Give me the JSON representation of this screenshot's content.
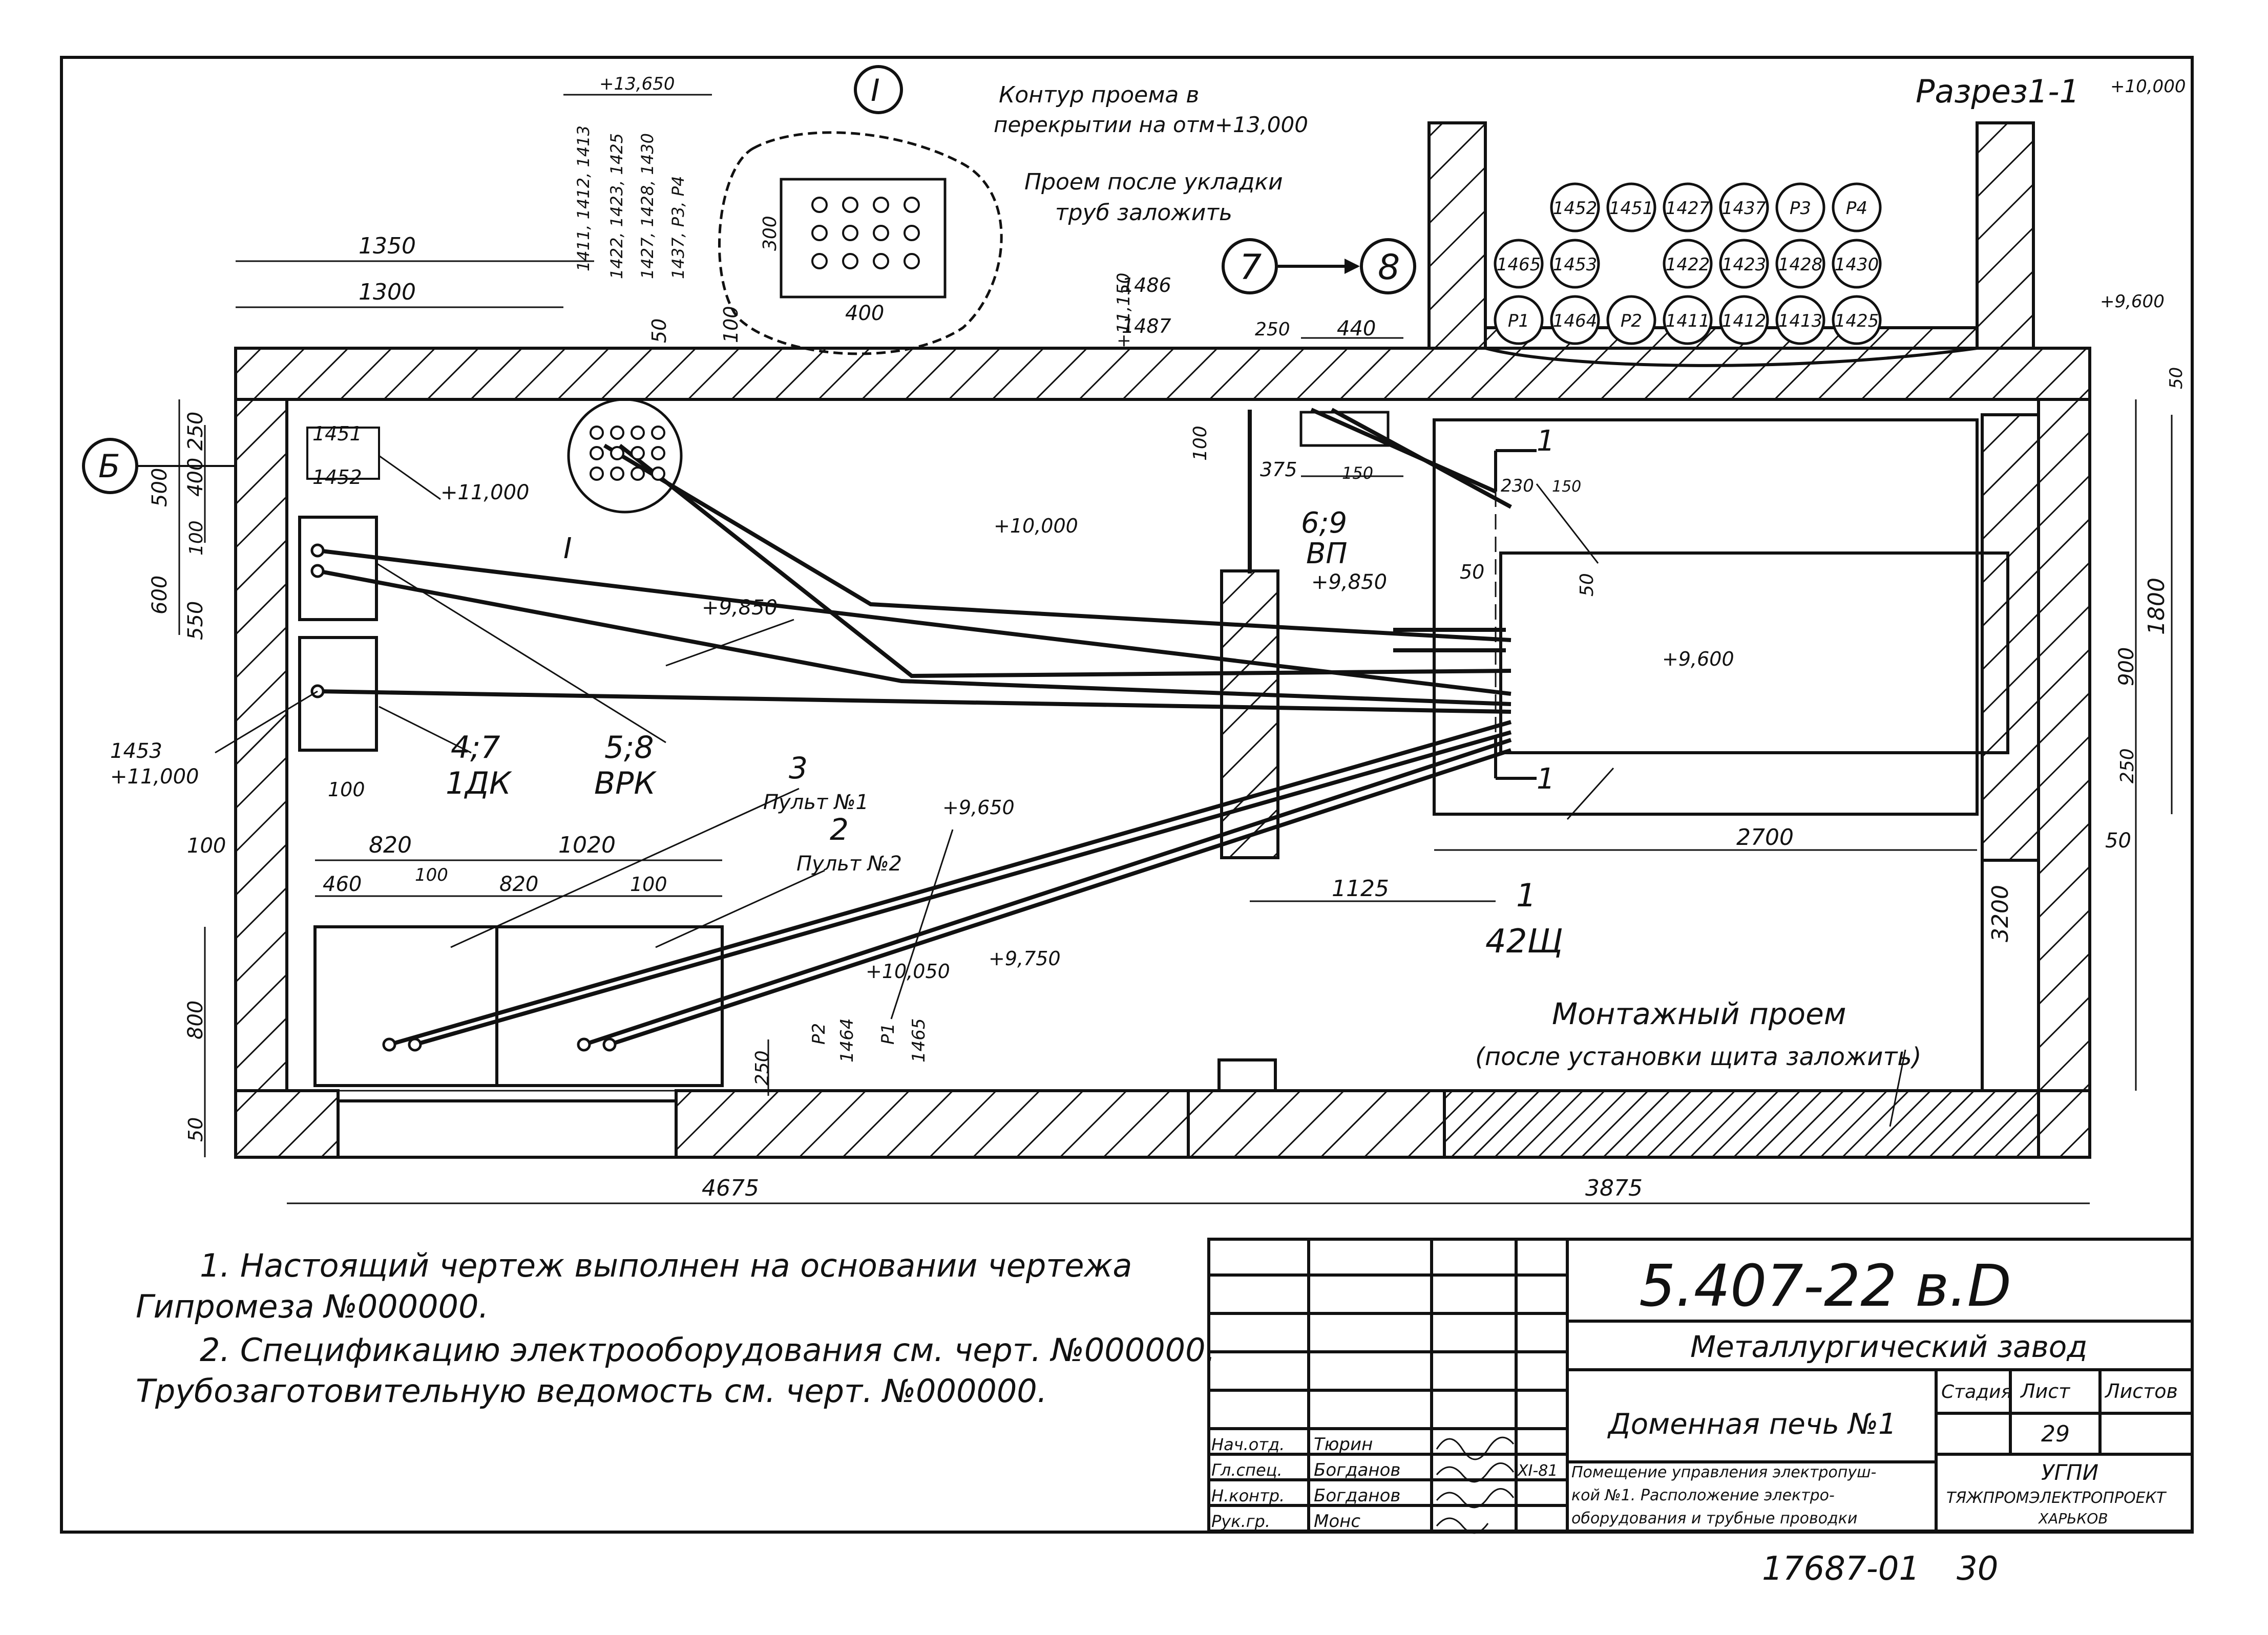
{
  "drawing": {
    "section_title": "Разрез1-1",
    "callout_detail": "I",
    "callout_7": "7",
    "callout_8": "8",
    "axis_b": "Б",
    "detail_note_1a": "Контур проема в",
    "detail_note_1b": "перекрытии на отм+13,000",
    "detail_note_2a": "Проем после укладки",
    "detail_note_2b": "труб заложить",
    "elev_13650": "+13,650",
    "elev_11150": "+11,150",
    "elev_11000_a": "+11,000",
    "elev_11000_b": "+11,000",
    "elev_10000_room": "+10,000",
    "elev_9850_a": "+9,850",
    "elev_9850_b": "+9,850",
    "elev_9650": "+9,650",
    "elev_9750": "+9,750",
    "elev_10050": "+10,050",
    "elev_9600_room": "+9,600",
    "elev_10000_sec": "+10,000",
    "elev_9600_sec": "+9,600",
    "dim_1350": "1350",
    "dim_1300": "1300",
    "dim_250": "250",
    "dim_400": "400",
    "dim_500": "500",
    "dim_100": "100",
    "dim_600": "600",
    "dim_550": "550",
    "dim_50": "50",
    "dim_440": "440",
    "dim_375": "375",
    "dim_150": "150",
    "dim_230": "230",
    "dim_1800": "1800",
    "dim_900": "900",
    "dim_2700": "2700",
    "dim_1125": "1125",
    "dim_3200": "3200",
    "dim_820": "820",
    "dim_1020": "1020",
    "dim_460": "460",
    "dim_800": "800",
    "dim_4675": "4675",
    "dim_3875": "3875",
    "dim_300": "300",
    "pipe_labels_v": [
      "1411, 1412, 1413",
      "1422, 1423, 1425",
      "1427, 1428, 1430",
      "1437, P3, P4"
    ],
    "pipe_1451": "1451",
    "pipe_1452": "1452",
    "pipe_1453": "1453",
    "pipe_1486": "1486",
    "pipe_1487": "1487",
    "pipe_labels_bottom": [
      "P2",
      "1464",
      "P1",
      "1465"
    ],
    "eq_4_7": "4;7",
    "eq_1dk": "1ДК",
    "eq_5_8": "5;8",
    "eq_vrk": "ВРК",
    "eq_6_9": "6;9",
    "eq_vp": "ВП",
    "eq_1": "1",
    "eq_42sch": "42Щ",
    "eq_3": "3",
    "eq_2": "2",
    "pult_1": "Пульт №1",
    "pult_2": "Пульт №2",
    "section_mark": "1",
    "opening_label": "Монтажный проем",
    "opening_note": "(после установки щита заложить)",
    "sec_row1": [
      "1452",
      "1451",
      "1427",
      "1437",
      "P3",
      "P4"
    ],
    "sec_row2": [
      "1465",
      "1453",
      "1422",
      "1423",
      "1428",
      "1430"
    ],
    "sec_row3": [
      "P1",
      "1464",
      "P2",
      "1411",
      "1412",
      "1413",
      "1425"
    ]
  },
  "notes": {
    "line1": "1. Настоящий чертеж выполнен на основании чертежа",
    "line2": "Гипромеза №000000.",
    "line3": "2. Спецификацию электрооборудования см. черт. №000000.",
    "line4": "Трубозаготовительную ведомость см. черт. №000000."
  },
  "title_block": {
    "doc_code": "5.407-22 в.D",
    "plant": "Металлургический завод",
    "object": "Доменная печь №1",
    "stage_hdr": "Стадия",
    "sheet_hdr": "Лист",
    "sheets_hdr": "Листов",
    "sheet_no": "29",
    "desc1": "Помещение управления электропуш-",
    "desc2": "кой №1. Расположение электро-",
    "desc3": "оборудования и трубные проводки",
    "org1": "УГПИ",
    "org2": "ТЯЖПРОМЭЛЕКТРОПРОЕКТ",
    "org3": "ХАРЬКОВ",
    "date": "XI-81",
    "roles": [
      "Нач.отд.",
      "Гл.спец.",
      "Н.контр.",
      "Рук.гр."
    ],
    "names": [
      "Тюрин",
      "Богданов",
      "Богданов",
      "Монс"
    ]
  },
  "footer": {
    "archive_no": "17687-01",
    "page": "30"
  }
}
